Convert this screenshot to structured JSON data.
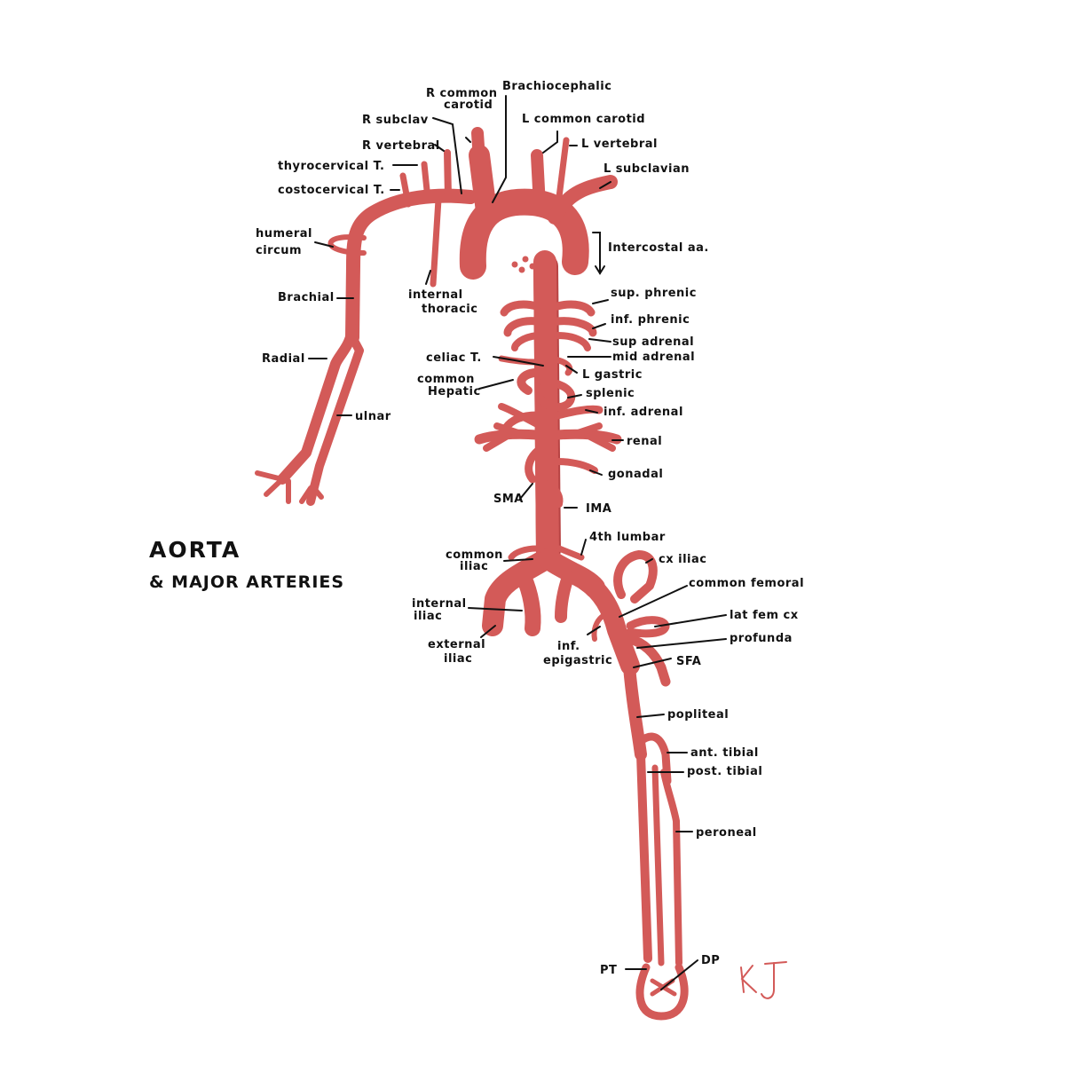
{
  "title": "AORTA",
  "subtitle": "& MAJOR ARTERIES",
  "signature": "KJ",
  "colors": {
    "artery": "#d35a58",
    "artery_outline": "#b84444",
    "ink": "#111111"
  },
  "labels": {
    "r_common_carotid_1": "R common",
    "r_common_carotid_2": "carotid",
    "brachiocephalic": "Brachiocephalic",
    "l_common_carotid": "L common carotid",
    "r_subclav": "R subclav",
    "r_vertebral": "R vertebral",
    "l_vertebral": "L vertebral",
    "thyrocervical": "thyrocervical T.",
    "costocervical": "costocervical T.",
    "l_subclavian": "L subclavian",
    "humeral_circum_1": "humeral",
    "humeral_circum_2": "circum",
    "intercostal": "Intercostal aa.",
    "brachial": "Brachial",
    "internal_thoracic_1": "internal",
    "internal_thoracic_2": "thoracic",
    "sup_phrenic": "sup. phrenic",
    "inf_phrenic": "inf. phrenic",
    "sup_adrenal": "sup adrenal",
    "mid_adrenal": "mid adrenal",
    "radial": "Radial",
    "celiac": "celiac T.",
    "l_gastric": "L gastric",
    "common_hepatic_1": "common",
    "common_hepatic_2": "Hepatic",
    "splenic": "splenic",
    "inf_adrenal": "inf. adrenal",
    "ulnar": "ulnar",
    "renal": "renal",
    "gonadal": "gonadal",
    "sma": "SMA",
    "ima": "IMA",
    "fourth_lumbar": "4th lumbar",
    "common_iliac_1": "common",
    "common_iliac_2": "iliac",
    "cx_iliac": "cx iliac",
    "common_femoral": "common femoral",
    "internal_iliac_1": "internal",
    "internal_iliac_2": "iliac",
    "lat_fem_cx": "lat fem cx",
    "profunda": "profunda",
    "external_iliac_1": "external",
    "external_iliac_2": "iliac",
    "inf_epigastric_1": "inf.",
    "inf_epigastric_2": "epigastric",
    "sfa": "SFA",
    "popliteal": "popliteal",
    "ant_tibial": "ant. tibial",
    "post_tibial": "post. tibial",
    "peroneal": "peroneal",
    "pt": "PT",
    "dp": "DP"
  }
}
